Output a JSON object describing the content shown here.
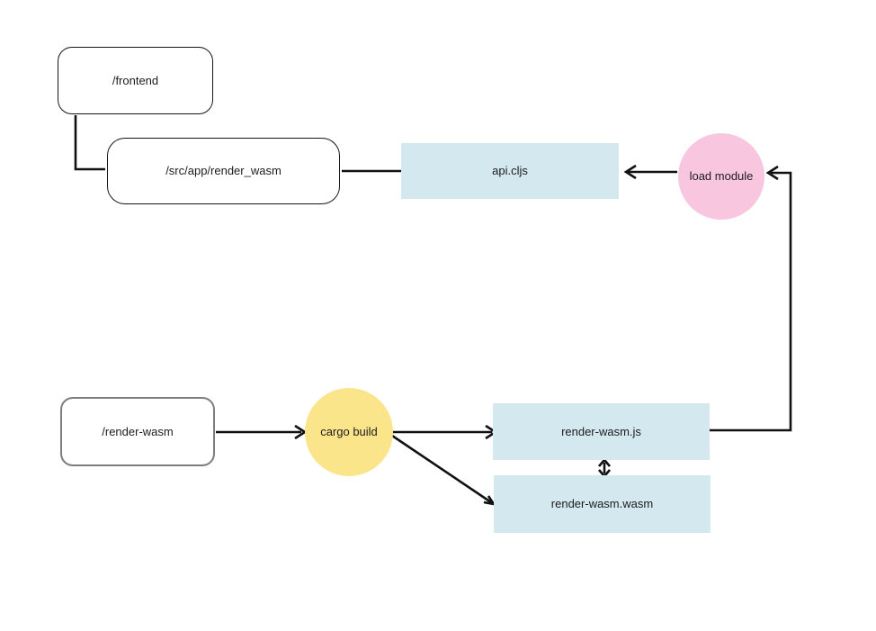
{
  "diagram": {
    "title": "",
    "colors": {
      "background": "#ffffff",
      "node_blue": "#d3e8ef",
      "node_pink": "#f9c6e0",
      "node_yellow": "#fbe58a",
      "border_dark": "#161616",
      "border_gray": "#7d7d7d",
      "line": "#111111",
      "text": "#1c1c1c"
    },
    "nodes": {
      "frontend": {
        "label": "/frontend",
        "shape": "rounded-rect",
        "fill": "white",
        "border": "dark"
      },
      "src_app": {
        "label": "/src/app/render_wasm",
        "shape": "rounded-rect",
        "fill": "white",
        "border": "dark"
      },
      "api_cljs": {
        "label": "api.cljs",
        "shape": "rect",
        "fill": "blue",
        "border": "none"
      },
      "load_module": {
        "label": "load module",
        "shape": "circle",
        "fill": "pink",
        "border": "none"
      },
      "render_wasm_dir": {
        "label": "/render-wasm",
        "shape": "rounded-rect",
        "fill": "white",
        "border": "gray"
      },
      "cargo_build": {
        "label": "cargo build",
        "shape": "circle",
        "fill": "yellow",
        "border": "none"
      },
      "render_wasm_js": {
        "label": "render-wasm.js",
        "shape": "rect",
        "fill": "blue",
        "border": "none"
      },
      "render_wasm_wasm": {
        "label": "render-wasm.wasm",
        "shape": "rect",
        "fill": "blue",
        "border": "none"
      }
    },
    "edges": [
      {
        "from": "/frontend",
        "to": "/src/app/render_wasm",
        "style": "elbow",
        "arrow": "none"
      },
      {
        "from": "/src/app/render_wasm",
        "to": "api.cljs",
        "style": "straight",
        "arrow": "none"
      },
      {
        "from": "load module",
        "to": "api.cljs",
        "style": "straight",
        "arrow": "end"
      },
      {
        "from": "render-wasm.js",
        "to": "load module",
        "style": "elbow",
        "arrow": "end"
      },
      {
        "from": "/render-wasm",
        "to": "cargo build",
        "style": "straight",
        "arrow": "end"
      },
      {
        "from": "cargo build",
        "to": "render-wasm.js",
        "style": "straight",
        "arrow": "end"
      },
      {
        "from": "cargo build",
        "to": "render-wasm.wasm",
        "style": "diagonal",
        "arrow": "end"
      },
      {
        "from": "render-wasm.js",
        "to": "render-wasm.wasm",
        "style": "straight",
        "arrow": "both"
      }
    ]
  }
}
